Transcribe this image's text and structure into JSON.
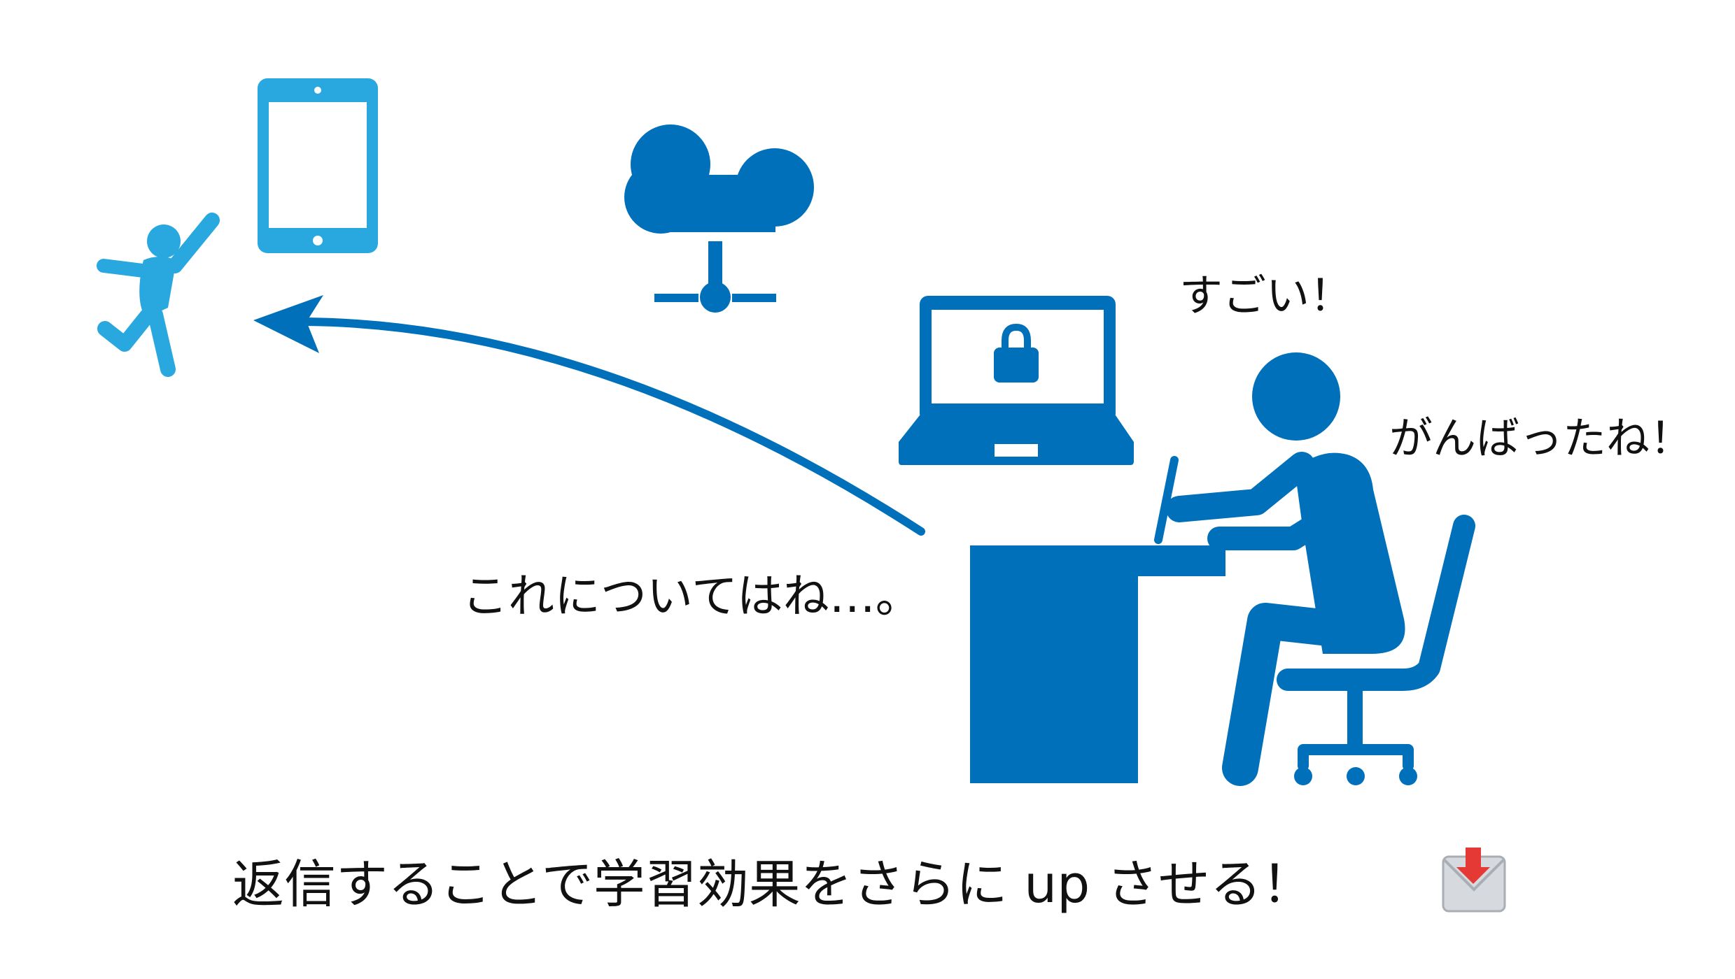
{
  "speech": {
    "wow": "すごい！",
    "good_job": "がんばったね！",
    "about_this": "これについてはね…。"
  },
  "caption": "返信することで学習効果をさらに up させる！",
  "icons": [
    "running-child-icon",
    "tablet-icon",
    "cloud-network-icon",
    "laptop-lock-icon",
    "student-at-desk-icon",
    "office-chair-icon",
    "incoming-envelope-icon",
    "reply-arrow"
  ],
  "colors": {
    "dark_blue": "#0070BA",
    "light_blue": "#29A8E0",
    "text": "#111111",
    "envelope_red": "#E53935"
  }
}
